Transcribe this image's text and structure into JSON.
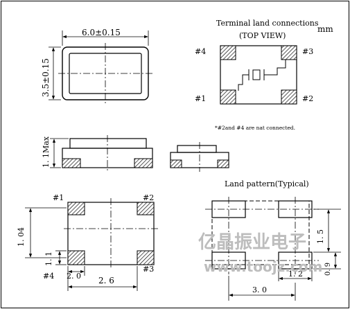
{
  "unit": "mm",
  "top_view": {
    "width_dim": "6.0±0.15",
    "height_dim": "3.5±0.15"
  },
  "terminals": {
    "title": "Terminal land connections",
    "subtitle": "(TOP VIEW)",
    "p1": "#1",
    "p2": "#2",
    "p3": "#3",
    "p4": "#4",
    "note": "*#2and #4 are nat connected."
  },
  "side_view": {
    "height_dim": "1. 1Max"
  },
  "bottom_view": {
    "p1": "#1",
    "p2": "#2",
    "p3": "#3",
    "p4": "#4",
    "dim_1_04": "1. 04",
    "dim_1_1": "1. 1",
    "dim_2_0": "2. 0",
    "dim_2_6": "2. 6"
  },
  "land_pattern": {
    "title": "Land pattern(Typical)",
    "dim_1_5": "1. 5",
    "dim_1_2": "1. 2",
    "dim_0_9": "0. 9",
    "dim_3_0": "3. 0"
  },
  "watermark": {
    "cn": "亿晶振业电子",
    "url": "www.toojz.com"
  }
}
